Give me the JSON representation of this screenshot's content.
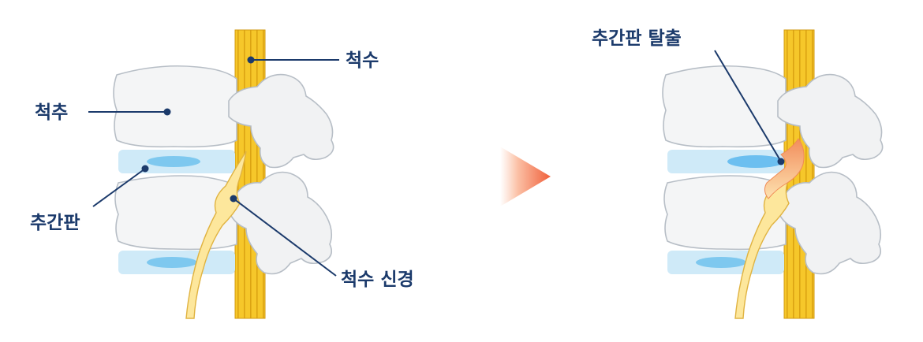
{
  "left_diagram": {
    "labels": {
      "spinal_cord": "척수",
      "vertebra": "척추",
      "disc": "추간판",
      "nerve": "척수 신경"
    }
  },
  "right_diagram": {
    "labels": {
      "herniation": "추간판 탈출"
    }
  },
  "colors": {
    "label_text": "#1b3a6b",
    "leader_line": "#1b3a6b",
    "spinal_cord": "#f5c518",
    "cord_stripe": "#e0a40c",
    "vertebra_fill": "#f3f3f3",
    "vertebra_stroke": "#b9bfc6",
    "disc_fill": "#cfeaf8",
    "disc_core": "#7ec7ee",
    "nerve_fill": "#fce59a",
    "herniation": "#f4a16a",
    "arrow": "#f0734a"
  }
}
